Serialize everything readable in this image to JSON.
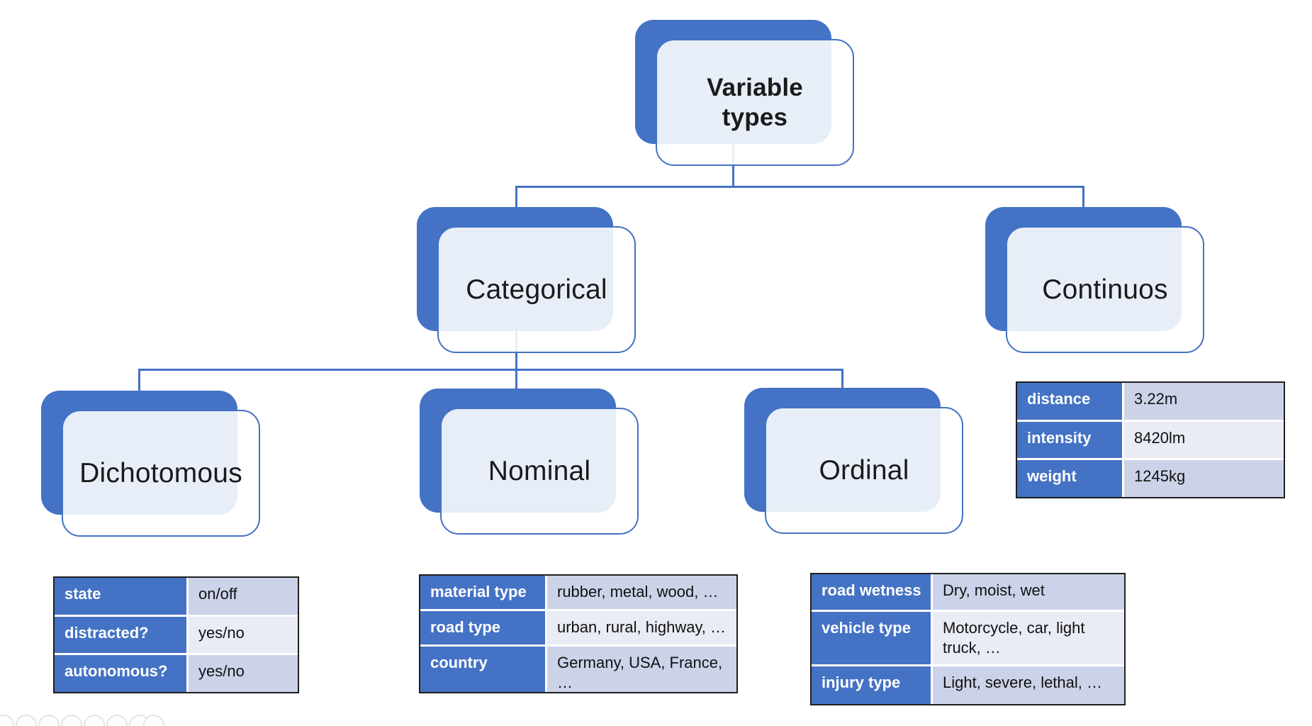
{
  "diagram": {
    "root": {
      "label": "Variable types"
    },
    "level2": [
      {
        "id": "categorical",
        "label": "Categorical"
      },
      {
        "id": "continuos",
        "label": "Continuos"
      }
    ],
    "level3": [
      {
        "id": "dichotomous",
        "label": "Dichotomous"
      },
      {
        "id": "nominal",
        "label": "Nominal"
      },
      {
        "id": "ordinal",
        "label": "Ordinal"
      }
    ]
  },
  "tables": {
    "dichotomous": {
      "rows": [
        {
          "label": "state",
          "value": "on/off"
        },
        {
          "label": "distracted?",
          "value": "yes/no"
        },
        {
          "label": "autonomous?",
          "value": "yes/no"
        }
      ]
    },
    "nominal": {
      "rows": [
        {
          "label": "material type",
          "value": "rubber, metal, wood, …"
        },
        {
          "label": "road type",
          "value": "urban, rural, highway, …"
        },
        {
          "label": "country",
          "value": "Germany, USA, France, …"
        }
      ]
    },
    "ordinal": {
      "rows": [
        {
          "label": "road wetness",
          "value": "Dry, moist, wet"
        },
        {
          "label": "vehicle type",
          "value": "Motorcycle, car, light truck, …"
        },
        {
          "label": "injury type",
          "value": "Light, severe, lethal, …"
        }
      ]
    },
    "continuos": {
      "rows": [
        {
          "label": "distance",
          "value": "3.22m"
        },
        {
          "label": "intensity",
          "value": "8420lm"
        },
        {
          "label": "weight",
          "value": "1245kg"
        }
      ]
    }
  },
  "colors": {
    "accent_blue": "#4472c4",
    "node_fill_light": "#e8eef8",
    "table_band_dark": "#ccd3e9",
    "table_band_light": "#e9ebf5",
    "table_border": "#1f1f1f"
  }
}
